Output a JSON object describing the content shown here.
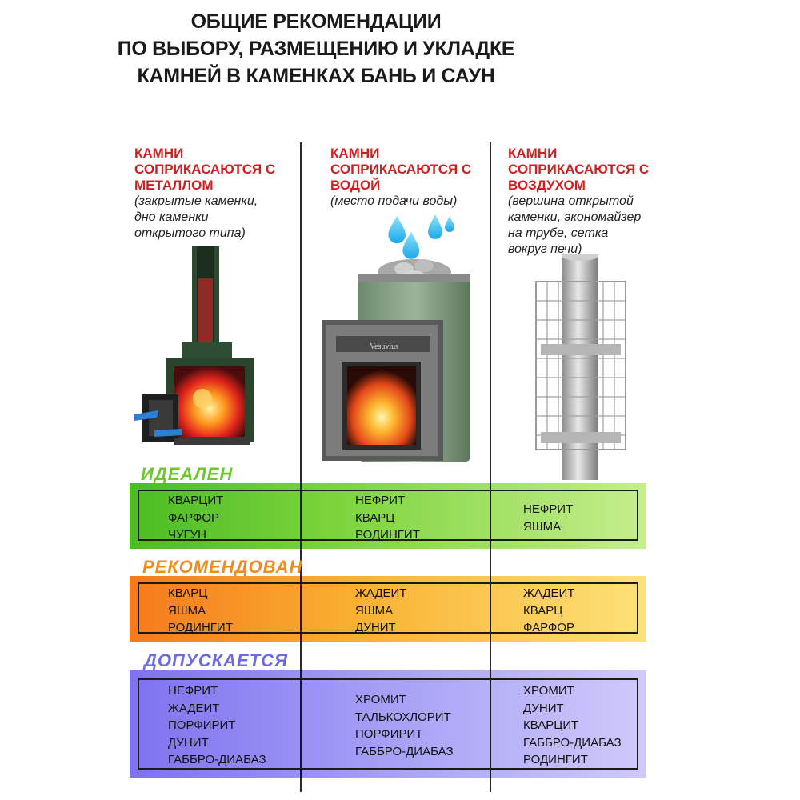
{
  "title": {
    "line1": "ОБЩИЕ РЕКОМЕНДАЦИИ",
    "line2": "ПО ВЫБОРУ, РАЗМЕЩЕНИЮ И УКЛАДКЕ",
    "line3": "КАМНЕЙ В КАМЕНКАХ БАНЬ И САУН"
  },
  "columns": [
    {
      "heading": [
        "КАМНИ",
        "СОПРИКАСАЮТСЯ С",
        "МЕТАЛЛОМ"
      ],
      "note": [
        "(закрытые каменки,",
        "дно каменки",
        "открытого типа)"
      ]
    },
    {
      "heading": [
        "КАМНИ",
        "СОПРИКАСАЮТСЯ С",
        "ВОДОЙ"
      ],
      "note": [
        "(место подачи воды)"
      ]
    },
    {
      "heading": [
        "КАМНИ",
        "СОПРИКАСАЮТСЯ С",
        "ВОЗДУХОМ"
      ],
      "note": [
        "(вершина открытой",
        "каменки, экономайзер",
        "на трубе, сетка",
        "вокруг печи)"
      ]
    }
  ],
  "stove_brand": "Vesuvius",
  "categories": [
    {
      "label": "ИДЕАЛЕН",
      "label_color": "#6cc82c",
      "cells": [
        [
          "КВАРЦИТ",
          "ФАРФОР",
          "ЧУГУН"
        ],
        [
          "НЕФРИТ",
          "КВАРЦ",
          "РОДИНГИТ"
        ],
        [
          "НЕФРИТ",
          "ЯШМА"
        ]
      ]
    },
    {
      "label": "РЕКОМЕНДОВАН",
      "label_color": "#f08a1c",
      "cells": [
        [
          "КВАРЦ",
          "ЯШМА",
          "РОДИНГИТ"
        ],
        [
          "ЖАДЕИТ",
          "ЯШМА",
          "ДУНИТ"
        ],
        [
          "ЖАДЕИТ",
          "КВАРЦ",
          "ФАРФОР"
        ]
      ]
    },
    {
      "label": "ДОПУСКАЕТСЯ",
      "label_color": "#6f6ae0",
      "cells": [
        [
          "НЕФРИТ",
          "ЖАДЕИТ",
          "ПОРФИРИТ",
          "ДУНИТ",
          "ГАББРО-ДИАБАЗ"
        ],
        [
          "ХРОМИТ",
          "ТАЛЬКОХЛОРИТ",
          "ПОРФИРИТ",
          "ГАББРО-ДИАБАЗ"
        ],
        [
          "ХРОМИТ",
          "ДУНИТ",
          "КВАРЦИТ",
          "ГАББРО-ДИАБАЗ",
          "РОДИНГИТ"
        ]
      ]
    }
  ],
  "colors": {
    "heading_red": "#d11f1f",
    "band_ideal": "#5cc62a",
    "band_recommended": "#f7a52a",
    "band_allowed": "#9a93f2"
  }
}
